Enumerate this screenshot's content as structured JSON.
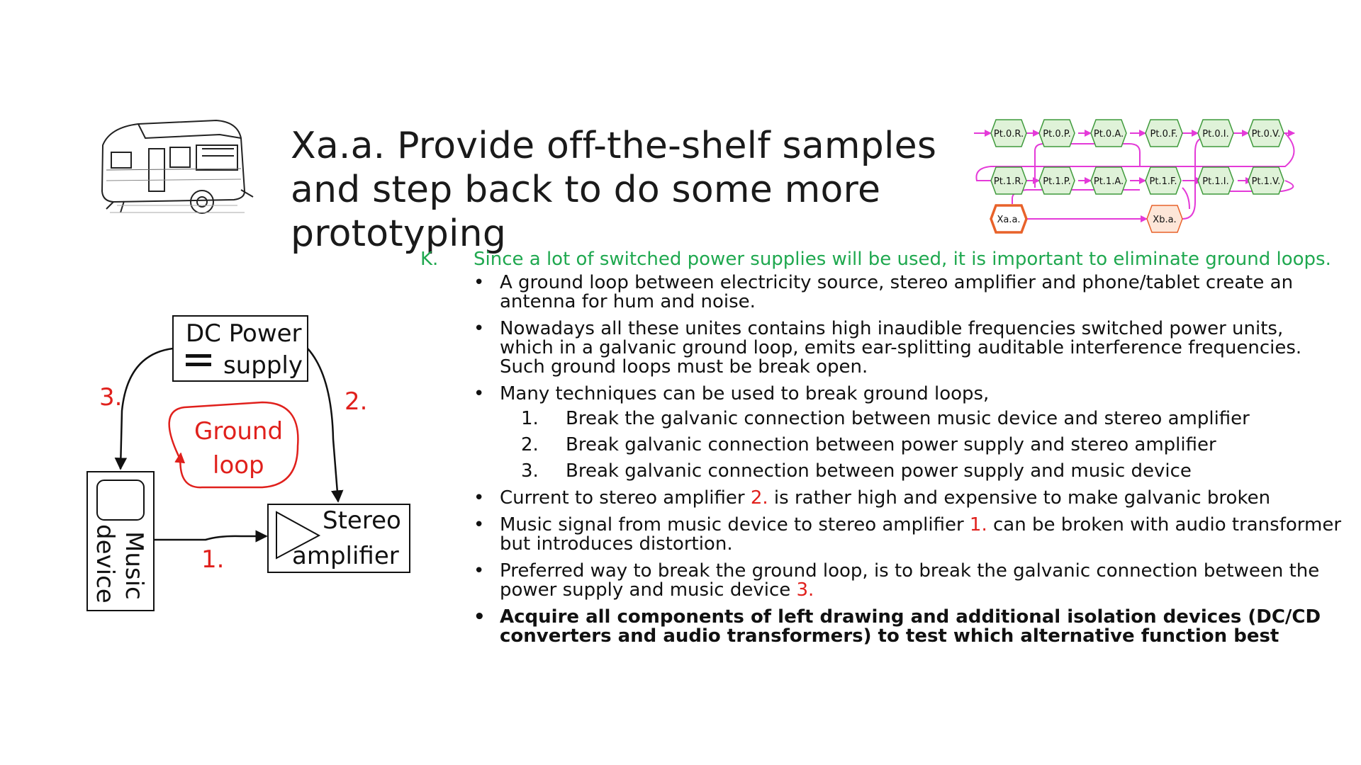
{
  "title": "Xa.a. Provide off-the-shelf samples and step back to do some more prototyping",
  "colors": {
    "green": "#1fa84f",
    "red": "#e0201c",
    "magenta": "#e43ad8",
    "node_fill": "#dff2d8",
    "node_stroke": "#3f9a3c",
    "orange": "#e8622a"
  },
  "minimap": {
    "row0": [
      "Pt.0.R.",
      "Pt.0.P.",
      "Pt.0.A.",
      "Pt.0.F.",
      "Pt.0.I.",
      "Pt.0.V."
    ],
    "row1": [
      "Pt.1.R.",
      "Pt.1.P.",
      "Pt.1.A.",
      "Pt.1.F.",
      "Pt.1.I.",
      "Pt.1.V."
    ],
    "row2": [
      "Xa.a.",
      "Xb.a."
    ]
  },
  "diagram": {
    "dc_power_line1": "DC Power",
    "dc_power_line2": "supply",
    "ground_loop_line1": "Ground",
    "ground_loop_line2": "loop",
    "music_device_line1": "Music",
    "music_device_line2": "device",
    "stereo_line1": "Stereo",
    "stereo_line2": "amplifier",
    "label_1": "1.",
    "label_2": "2.",
    "label_3": "3."
  },
  "content": {
    "k_mark": "K.",
    "k_text": "Since a lot of switched power supplies will be used, it is important to eliminate ground loops.",
    "bullet_mark": "•",
    "b1": "A ground loop between electricity source, stereo amplifier and phone/tablet create an antenna for hum and noise.",
    "b2": "Nowadays all these unites contains high inaudible frequencies switched power units, which in a galvanic ground loop, emits ear-splitting auditable interference frequencies. Such ground loops must be break open.",
    "b3": "Many techniques can be used to break ground loops,",
    "sub": [
      {
        "num": "1.",
        "text": "Break the galvanic connection between music device and stereo amplifier"
      },
      {
        "num": "2.",
        "text": "Break galvanic connection between  power supply and stereo amplifier"
      },
      {
        "num": "3.",
        "text": "Break galvanic connection between power supply and music device"
      }
    ],
    "b4_a": "Current to stereo amplifier ",
    "b4_num": "2.",
    "b4_b": " is rather high and expensive to make galvanic broken",
    "b5_a": "Music signal from music device to stereo amplifier ",
    "b5_num": "1.",
    "b5_b": " can be broken with audio transformer but introduces distortion.",
    "b6_a": "Preferred way to break the ground loop, is to break the galvanic connection between the power supply and music device ",
    "b6_num": "3.",
    "b7": "Acquire all components of left drawing and additional isolation devices (DC/CD converters and audio transformers) to test which alternative function best"
  }
}
